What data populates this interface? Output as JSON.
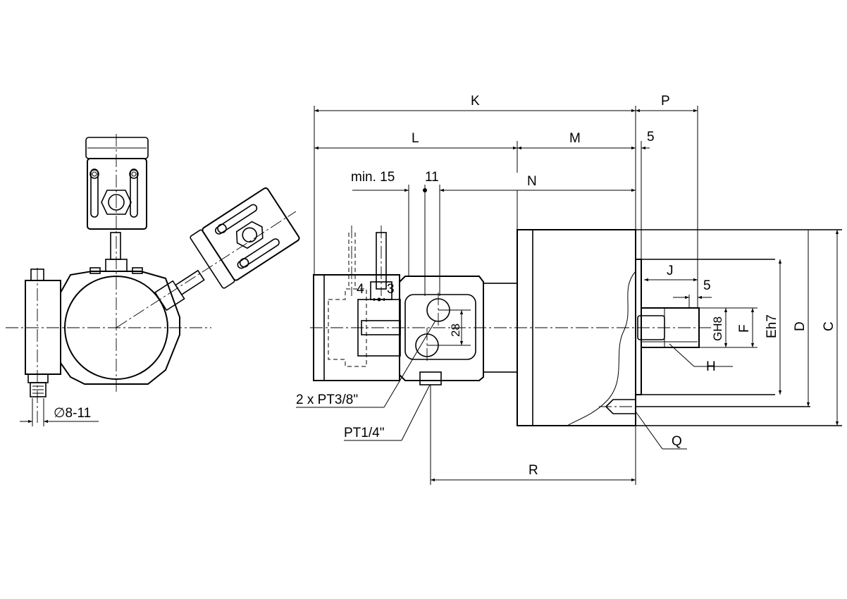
{
  "labels": {
    "K": "K",
    "P": "P",
    "L": "L",
    "M": "M",
    "five_top": "5",
    "min15": "min. 15",
    "eleven": "11",
    "N": "N",
    "J": "J",
    "five_right": "5",
    "four": "4",
    "three": "3",
    "twenty_eight": "28",
    "GH8": "GH8",
    "F": "F",
    "Eh7": "Eh7",
    "D": "D",
    "C": "C",
    "H": "H",
    "ports": "2 x PT3/8\"",
    "pt14": "PT1/4\"",
    "R": "R",
    "Q": "Q",
    "diameter": "∅8-11"
  }
}
